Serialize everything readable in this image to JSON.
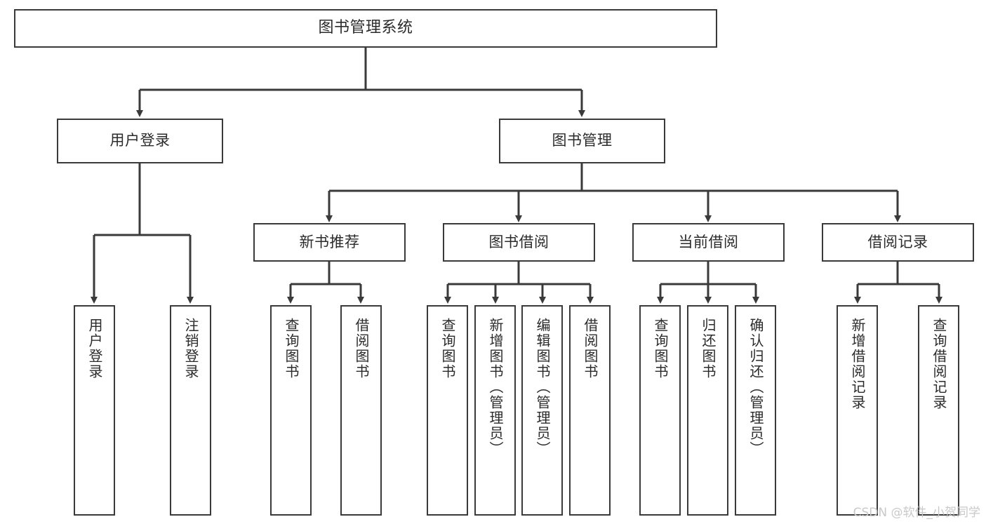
{
  "diagram": {
    "type": "tree-hierarchy",
    "title": "图书管理系统",
    "watermark": "CSDN @软件_小贺同学",
    "colors": {
      "box_border": "#3a3a3a",
      "box_fill": "#ffffff",
      "connector": "#3a3a3a",
      "text": "#2b2b2b",
      "watermark": "#c9c9c9",
      "background": "#ffffff"
    },
    "root": {
      "id": "root",
      "label": "图书管理系统"
    },
    "level2": [
      {
        "id": "user-login",
        "label": "用户登录"
      },
      {
        "id": "book-manage",
        "label": "图书管理"
      }
    ],
    "level3": [
      {
        "id": "new-book-recommend",
        "label": "新书推荐",
        "parent": "book-manage"
      },
      {
        "id": "book-borrow",
        "label": "图书借阅",
        "parent": "book-manage"
      },
      {
        "id": "current-borrow",
        "label": "当前借阅",
        "parent": "book-manage"
      },
      {
        "id": "borrow-record",
        "label": "借阅记录",
        "parent": "book-manage"
      }
    ],
    "leaves": [
      {
        "id": "leaf-user-login",
        "label": "用户登录",
        "parent": "user-login"
      },
      {
        "id": "leaf-user-logout",
        "label": "注销登录",
        "parent": "user-login"
      },
      {
        "id": "leaf-query-book-1",
        "label": "查询图书",
        "parent": "new-book-recommend"
      },
      {
        "id": "leaf-borrow-book-1",
        "label": "借阅图书",
        "parent": "new-book-recommend"
      },
      {
        "id": "leaf-query-book-2",
        "label": "查询图书",
        "parent": "book-borrow"
      },
      {
        "id": "leaf-add-book",
        "label": "新增图书（管理员）",
        "parent": "book-borrow"
      },
      {
        "id": "leaf-edit-book",
        "label": "编辑图书（管理员）",
        "parent": "book-borrow"
      },
      {
        "id": "leaf-borrow-book-2",
        "label": "借阅图书",
        "parent": "book-borrow"
      },
      {
        "id": "leaf-query-book-3",
        "label": "查询图书",
        "parent": "current-borrow"
      },
      {
        "id": "leaf-return-book",
        "label": "归还图书",
        "parent": "current-borrow"
      },
      {
        "id": "leaf-confirm-return",
        "label": "确认归还（管理员）",
        "parent": "current-borrow"
      },
      {
        "id": "leaf-add-record",
        "label": "新增借阅记录",
        "parent": "borrow-record"
      },
      {
        "id": "leaf-query-record",
        "label": "查询借阅记录",
        "parent": "borrow-record"
      }
    ]
  }
}
